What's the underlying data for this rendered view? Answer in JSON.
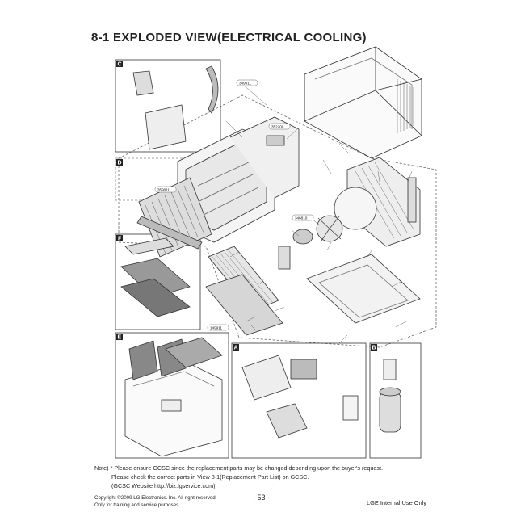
{
  "title": "8-1 EXPLODED VIEW(ELECTRICAL COOLING)",
  "boxes": {
    "c": "C",
    "d": "D",
    "e": "E",
    "f": "F",
    "a": "A",
    "b": "B"
  },
  "labels": {
    "top_right_box": "349911",
    "heater_area": "352200",
    "fan_wheel": "359011",
    "motor": "346810",
    "grille": "149911"
  },
  "note": {
    "line1": "Note) * Please ensure GCSC since the replacement parts may be changed depending upon the buyer's request.",
    "line2": "Please check the correct parts in View 8-1(Replacement Part List) on GCSC.",
    "line3": "(GCSC Website http://biz.lgservice.com)"
  },
  "footer": {
    "copyright": "Copyright ©2009 LG Electronics. Inc. All right reserved.",
    "training": "Only for training and service purposes",
    "page": "- 53 -",
    "internal": "LGE Internal Use Only"
  }
}
